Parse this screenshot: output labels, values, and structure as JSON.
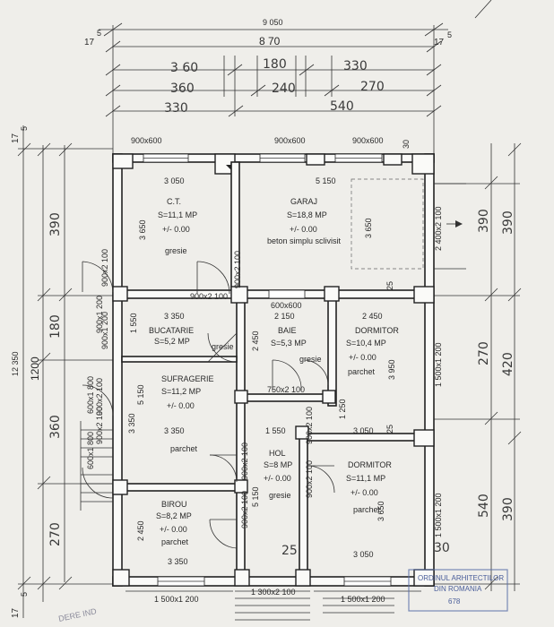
{
  "top_dims": {
    "total": "9 050",
    "overall": "8 70",
    "left_offset": "17",
    "left_offset_sup": "5",
    "right_offset": "17",
    "right_offset_sup": "5",
    "row1": [
      "3 60",
      "180",
      "330"
    ],
    "row2": [
      "360",
      "240",
      "270"
    ],
    "row3": [
      "330",
      "540"
    ]
  },
  "window_labels": {
    "top_left": "900x600",
    "top_mid": "900x600",
    "top_right": "900x600",
    "top_right_small": "30",
    "hall_top": "600x600",
    "bottom_left": "1 500x1 200",
    "bottom_mid": "1 300x2 100",
    "bottom_right": "1 500x1 200"
  },
  "rooms": [
    {
      "id": "ct",
      "name": "C.T.",
      "area": "S=11,1 MP",
      "level": "+/- 0.00",
      "floor": "gresie"
    },
    {
      "id": "garaj",
      "name": "GARAJ",
      "area": "S=18,8 MP",
      "level": "+/- 0.00",
      "floor": "beton simplu sclivisit"
    },
    {
      "id": "bucatarie",
      "name": "BUCATARIE",
      "area": "S=5,2 MP",
      "floor": "gresie"
    },
    {
      "id": "baie",
      "name": "BAIE",
      "area": "S=5,3 MP",
      "floor": "gresie"
    },
    {
      "id": "dormitor1",
      "name": "DORMITOR",
      "area": "S=10,4 MP",
      "level": "+/- 0.00",
      "floor": "parchet"
    },
    {
      "id": "sufragerie",
      "name": "SUFRAGERIE",
      "area": "S=11,2 MP",
      "level": "+/- 0.00"
    },
    {
      "id": "hol",
      "name": "HOL",
      "area": "S=8 MP",
      "level": "+/- 0.00",
      "floor": "gresie"
    },
    {
      "id": "dormitor2",
      "name": "DORMITOR",
      "area": "S=11,1 MP",
      "level": "+/- 0.00",
      "floor": "parchet"
    },
    {
      "id": "birou",
      "name": "BIROU",
      "area": "S=8,2 MP",
      "level": "+/- 0.00",
      "floor": "parchet"
    },
    {
      "id": "sufr_floor",
      "floor": "parchet"
    }
  ],
  "inner_dims": {
    "ct_w": "3 050",
    "garaj_w": "5 150",
    "ct_h": "3 650",
    "garaj_h": "3 650",
    "garaj_door": "2 400x2 100",
    "ct_door": "900x2 100",
    "ct_door2": "900x2 100",
    "buc_door": "900x2 100",
    "garaj_door_v": "900x2 100",
    "buc_w": "3 350",
    "buc_h": "1 550",
    "baie_w": "2 150",
    "baie_h": "2 450",
    "dorm1_w": "2 450",
    "dorm1_h": "3 950",
    "baie_door": "750x2 100",
    "small_25a": "25",
    "small_25b": "25",
    "small_25c": "25",
    "small_30": "30",
    "sufr_h": "5 150",
    "sufr_h2": "3 350",
    "sufr_w": "3 350",
    "hol_w": "1 550",
    "hol_h": "5 150",
    "dorm2_w": "3 050",
    "dorm2_w_b": "3 050",
    "dorm2_h": "3 650",
    "dorm_door_v": "1 250",
    "hol_door_v1": "900x2 100",
    "hol_door_v2": "900x2 100",
    "hol_door_v3": "900x2 100",
    "birou_door": "900x2 100",
    "birou_w": "3 350",
    "birou_h": "2 450",
    "left_win1": "900x1 200",
    "left_win2": "900x1 200",
    "left_win3": "600x1 800",
    "left_win4": "900x2 100",
    "left_win5": "600x1 800",
    "left_win6": "900x2 100",
    "right_win1": "1 500x1 200",
    "right_win2": "1 500x1 200"
  },
  "left_dims": {
    "total": "12 350",
    "overall": "1200",
    "top_offset": "17",
    "top_offset_sup": "5",
    "bottom_offset": "17",
    "bottom_offset_sup": "5",
    "seg": [
      "390",
      "180",
      "360",
      "270"
    ]
  },
  "right_dims": {
    "outer": [
      "390",
      "270",
      "540"
    ],
    "inner": [
      "390",
      "420",
      "390"
    ]
  },
  "stamp": {
    "line1": "ORDINUL ARHITECTILOR",
    "line2": "DIN ROMANIA",
    "line3": "678",
    "arc": "DERE IND"
  }
}
